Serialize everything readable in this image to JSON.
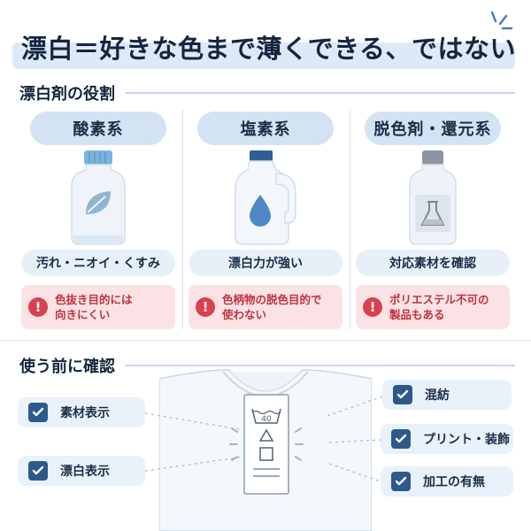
{
  "title": "漂白＝好きな色まで薄くできる、ではない",
  "section1": {
    "heading": "漂白剤の役割",
    "columns": [
      {
        "name": "酸素系",
        "feature": "汚れ・ニオイ・くすみ",
        "warning_line1": "色抜き目的には",
        "warning_line2": "向きにくい",
        "icon": "leaf-icon"
      },
      {
        "name": "塩素系",
        "feature": "漂白力が強い",
        "warning_line1": "色柄物の脱色目的で",
        "warning_line2": "使わない",
        "icon": "droplet-icon"
      },
      {
        "name": "脱色剤・還元系",
        "feature": "対応素材を確認",
        "warning_line1": "ポリエステル不可の",
        "warning_line2": "製品もある",
        "icon": "flask-icon"
      }
    ]
  },
  "section2": {
    "heading": "使う前に確認",
    "checks_left": [
      "素材表示",
      "漂白表示"
    ],
    "checks_right": [
      "混紡",
      "プリント・装飾",
      "加工の有無"
    ],
    "care_label": {
      "wash_temp": "40"
    }
  },
  "colors": {
    "accent": "#2d5a8a",
    "pill": "#d3e3f4",
    "warning": "#d94050",
    "warning_bg": "#fbe3e5"
  }
}
